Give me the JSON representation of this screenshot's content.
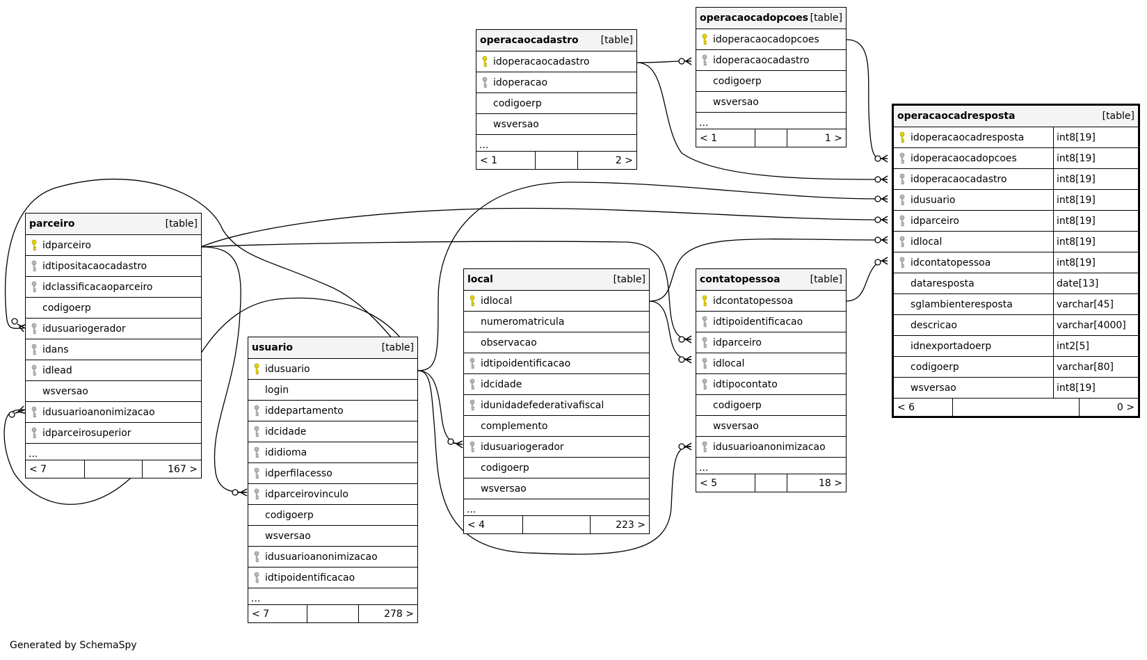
{
  "footer_text": "Generated by SchemaSpy",
  "table_tag": "[table]",
  "tables": {
    "operacaocadastro": {
      "name": "operacaocadastro",
      "columns": [
        {
          "name": "idoperacaocadastro",
          "icon": "pk"
        },
        {
          "name": "idoperacao",
          "icon": "fk"
        },
        {
          "name": "codigoerp",
          "icon": ""
        },
        {
          "name": "wsversao",
          "icon": ""
        }
      ],
      "more": "...",
      "footer": {
        "left": "< 1",
        "right": "2 >"
      }
    },
    "operacaocadopcoes": {
      "name": "operacaocadopcoes",
      "columns": [
        {
          "name": "idoperacaocadopcoes",
          "icon": "pk"
        },
        {
          "name": "idoperacaocadastro",
          "icon": "fk"
        },
        {
          "name": "codigoerp",
          "icon": ""
        },
        {
          "name": "wsversao",
          "icon": ""
        }
      ],
      "more": "...",
      "footer": {
        "left": "< 1",
        "right": "1 >"
      }
    },
    "operacaocadresposta": {
      "name": "operacaocadresposta",
      "columns": [
        {
          "name": "idoperacaocadresposta",
          "icon": "pk",
          "type": "int8[19]"
        },
        {
          "name": "idoperacaocadopcoes",
          "icon": "fk",
          "type": "int8[19]"
        },
        {
          "name": "idoperacaocadastro",
          "icon": "fk",
          "type": "int8[19]"
        },
        {
          "name": "idusuario",
          "icon": "fk",
          "type": "int8[19]"
        },
        {
          "name": "idparceiro",
          "icon": "fk",
          "type": "int8[19]"
        },
        {
          "name": "idlocal",
          "icon": "fk",
          "type": "int8[19]"
        },
        {
          "name": "idcontatopessoa",
          "icon": "fk",
          "type": "int8[19]"
        },
        {
          "name": "dataresposta",
          "icon": "",
          "type": "date[13]"
        },
        {
          "name": "sglambienteresposta",
          "icon": "",
          "type": "varchar[45]"
        },
        {
          "name": "descricao",
          "icon": "",
          "type": "varchar[4000]"
        },
        {
          "name": "idnexportadoerp",
          "icon": "",
          "type": "int2[5]"
        },
        {
          "name": "codigoerp",
          "icon": "",
          "type": "varchar[80]"
        },
        {
          "name": "wsversao",
          "icon": "",
          "type": "int8[19]"
        }
      ],
      "footer": {
        "left": "< 6",
        "right": "0 >"
      }
    },
    "parceiro": {
      "name": "parceiro",
      "columns": [
        {
          "name": "idparceiro",
          "icon": "pk"
        },
        {
          "name": "idtipositacaocadastro",
          "icon": "fk"
        },
        {
          "name": "idclassificacaoparceiro",
          "icon": "fk"
        },
        {
          "name": "codigoerp",
          "icon": ""
        },
        {
          "name": "idusuariogerador",
          "icon": "fk"
        },
        {
          "name": "idans",
          "icon": "fk"
        },
        {
          "name": "idlead",
          "icon": "fk"
        },
        {
          "name": "wsversao",
          "icon": ""
        },
        {
          "name": "idusuarioanonimizacao",
          "icon": "fk"
        },
        {
          "name": "idparceirosuperior",
          "icon": "fk"
        }
      ],
      "more": "...",
      "footer": {
        "left": "< 7",
        "right": "167 >"
      }
    },
    "usuario": {
      "name": "usuario",
      "columns": [
        {
          "name": "idusuario",
          "icon": "pk"
        },
        {
          "name": "login",
          "icon": ""
        },
        {
          "name": "iddepartamento",
          "icon": "fk"
        },
        {
          "name": "idcidade",
          "icon": "fk"
        },
        {
          "name": "ididioma",
          "icon": "fk"
        },
        {
          "name": "idperfilacesso",
          "icon": "fk"
        },
        {
          "name": "idparceirovinculo",
          "icon": "fk"
        },
        {
          "name": "codigoerp",
          "icon": ""
        },
        {
          "name": "wsversao",
          "icon": ""
        },
        {
          "name": "idusuarioanonimizacao",
          "icon": "fk"
        },
        {
          "name": "idtipoidentificacao",
          "icon": "fk"
        }
      ],
      "more": "...",
      "footer": {
        "left": "< 7",
        "right": "278 >"
      }
    },
    "local": {
      "name": "local",
      "columns": [
        {
          "name": "idlocal",
          "icon": "pk"
        },
        {
          "name": "numeromatricula",
          "icon": ""
        },
        {
          "name": "observacao",
          "icon": ""
        },
        {
          "name": "idtipoidentificacao",
          "icon": "fk"
        },
        {
          "name": "idcidade",
          "icon": "fk"
        },
        {
          "name": "idunidadefederativafiscal",
          "icon": "fk"
        },
        {
          "name": "complemento",
          "icon": ""
        },
        {
          "name": "idusuariogerador",
          "icon": "fk"
        },
        {
          "name": "codigoerp",
          "icon": ""
        },
        {
          "name": "wsversao",
          "icon": ""
        }
      ],
      "more": "...",
      "footer": {
        "left": "< 4",
        "right": "223 >"
      }
    },
    "contatopessoa": {
      "name": "contatopessoa",
      "columns": [
        {
          "name": "idcontatopessoa",
          "icon": "pk"
        },
        {
          "name": "idtipoidentificacao",
          "icon": "fk"
        },
        {
          "name": "idparceiro",
          "icon": "fk"
        },
        {
          "name": "idlocal",
          "icon": "fk"
        },
        {
          "name": "idtipocontato",
          "icon": "fk"
        },
        {
          "name": "codigoerp",
          "icon": ""
        },
        {
          "name": "wsversao",
          "icon": ""
        },
        {
          "name": "idusuarioanonimizacao",
          "icon": "fk"
        }
      ],
      "more": "...",
      "footer": {
        "left": "< 5",
        "right": "18 >"
      }
    }
  }
}
